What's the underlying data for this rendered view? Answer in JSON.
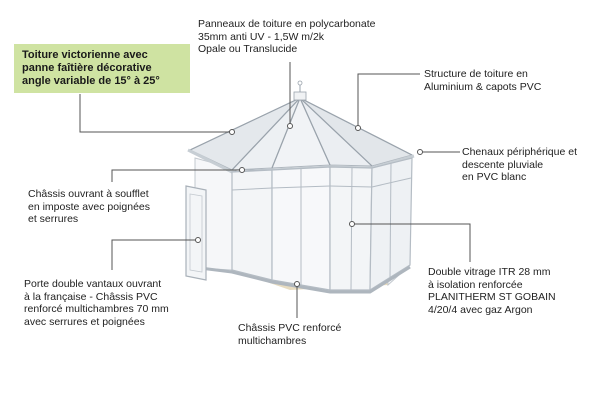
{
  "highlight": {
    "text": "Toiture victorienne avec\npanne faîtière décorative\nangle variable de 15° à 25°"
  },
  "labels": {
    "roof_panels": "Panneaux de toiture en polycarbonate\n35mm anti UV - 1,5W m/2k\nOpale ou Translucide",
    "roof_structure": "Structure de toiture en\nAluminium & capots PVC",
    "gutter": "Chenaux périphérique et\ndescente pluviale\nen PVC blanc",
    "tilt_frame": "Châssis ouvrant à soufflet\nen imposte avec poignées\net serrures",
    "double_door": "Porte double vantaux ouvrant\nà la française - Châssis PVC\nrenforcé multichambres 70 mm\navec serrures et poignées",
    "glazing": "Double vitrage ITR 28 mm\nà isolation renforcée\nPLANITHERM ST GOBAIN\n4/20/4 avec gaz Argon",
    "pvc_frame": "Châssis PVC renforcé\nmultichambres"
  },
  "colors": {
    "frame": "#f4f6f8",
    "frame_edge": "#aeb6be",
    "roof": "#e9edf1",
    "glass": "#f3f5f7",
    "floor": "#e8dcc0",
    "leader": "#555555",
    "highlight_bg": "#cfe3a2"
  }
}
